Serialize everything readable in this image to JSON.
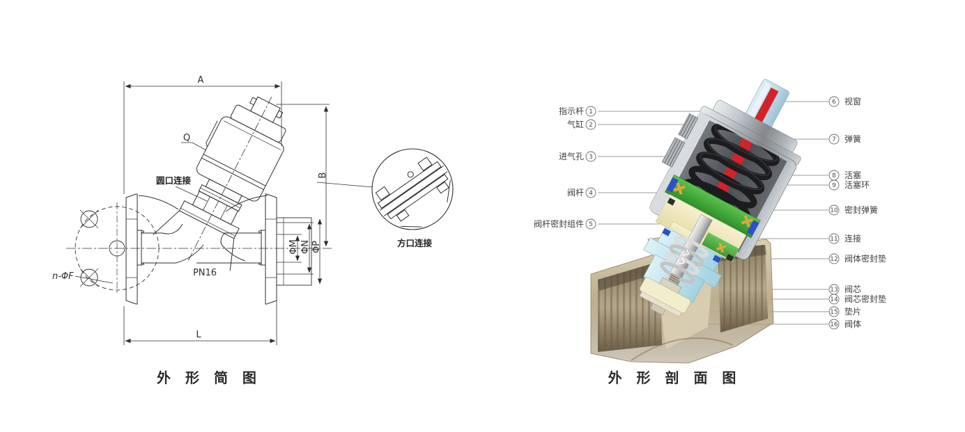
{
  "document": {
    "background": "#ffffff"
  },
  "outline": {
    "caption": "外 形 简 图",
    "dimensions": {
      "a": "A",
      "b": "B",
      "l": "L",
      "q": "Q",
      "m": "ΦM",
      "n": "ΦN",
      "p": "ΦP",
      "bolts": "n-ΦF"
    },
    "labels": {
      "round_port": "圆口连接",
      "square_port": "方口连接",
      "rating": "PN16"
    }
  },
  "cutaway": {
    "caption": "外 形 剖 面 图",
    "left_labels": [
      {
        "num": "1",
        "name": "指示杆"
      },
      {
        "num": "2",
        "name": "气缸"
      },
      {
        "num": "3",
        "name": "进气孔"
      },
      {
        "num": "4",
        "name": "阀杆"
      },
      {
        "num": "5",
        "name": "阀杆密封组件"
      }
    ],
    "right_labels": [
      {
        "num": "6",
        "name": "视窗"
      },
      {
        "num": "7",
        "name": "弹簧"
      },
      {
        "num": "8",
        "name": "活塞"
      },
      {
        "num": "9",
        "name": "活塞环"
      },
      {
        "num": "10",
        "name": "密封弹簧"
      },
      {
        "num": "11",
        "name": "连接"
      },
      {
        "num": "12",
        "name": "阀体密封垫"
      },
      {
        "num": "13",
        "name": "阀芯"
      },
      {
        "num": "14",
        "name": "阀芯密封垫"
      },
      {
        "num": "15",
        "name": "垫片"
      },
      {
        "num": "16",
        "name": "阀体"
      }
    ],
    "colors": {
      "spring": "#1c1c1e",
      "indicator": "#d2232a",
      "piston": "#3ba338",
      "seal": "#2b50c8",
      "marker": "#e2a63c",
      "seat": "#f2eecb",
      "window": "#bfdde9",
      "bonnet": "#c6e6ee",
      "body": "#c1b394",
      "leader": "#8f8f8f"
    }
  }
}
